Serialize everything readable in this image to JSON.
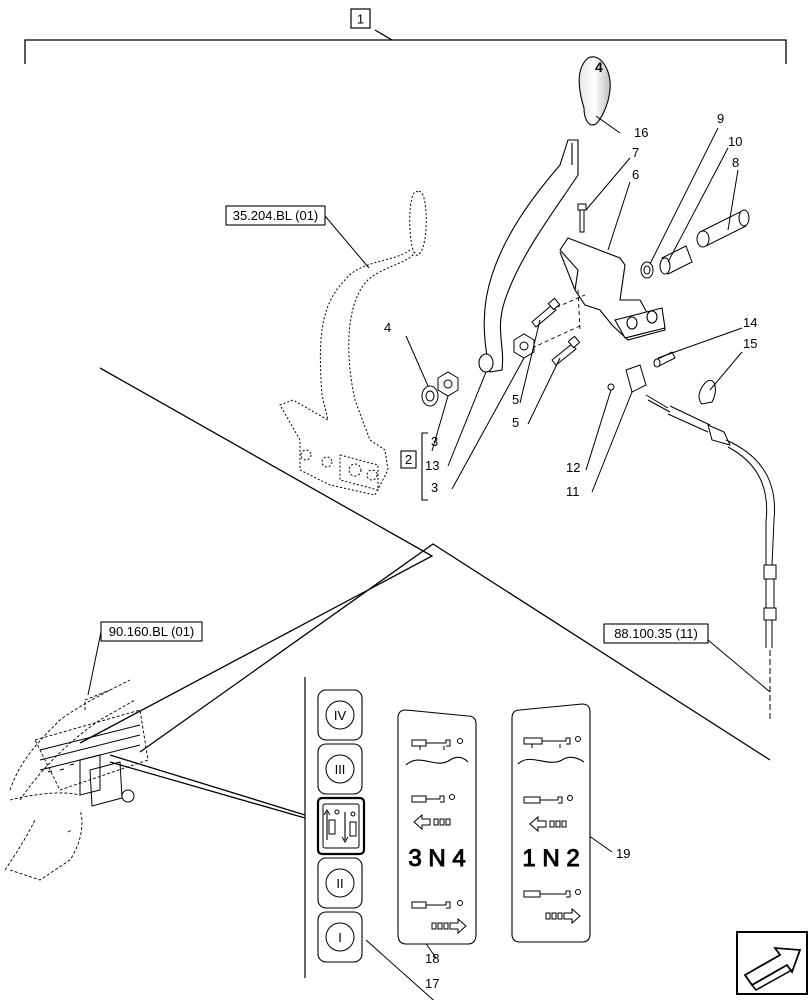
{
  "assembly_number": "1",
  "subassembly_number": "2",
  "references": {
    "lever_ref": "35.204.BL (01)",
    "cab_ref": "90.160.BL (01)",
    "cable_ref": "88.100.35 (11)"
  },
  "callouts": {
    "c16": "16",
    "c9": "9",
    "c10": "10",
    "c8": "8",
    "c7": "7",
    "c6": "6",
    "c4": "4",
    "c14": "14",
    "c15": "15",
    "c5a": "5",
    "c5b": "5",
    "c3a": "3",
    "c13": "13",
    "c3b": "3",
    "c12": "12",
    "c11": "11",
    "c19": "19",
    "c18": "18",
    "c17": "17"
  },
  "knob_marking": "4",
  "gear_buttons": {
    "b4": "IV",
    "b3": "III",
    "b2": "II",
    "b1": "I"
  },
  "decal_left_text": "3 N 4",
  "decal_right_text": "1 N 2",
  "icons": [
    "nav-arrow-icon"
  ]
}
